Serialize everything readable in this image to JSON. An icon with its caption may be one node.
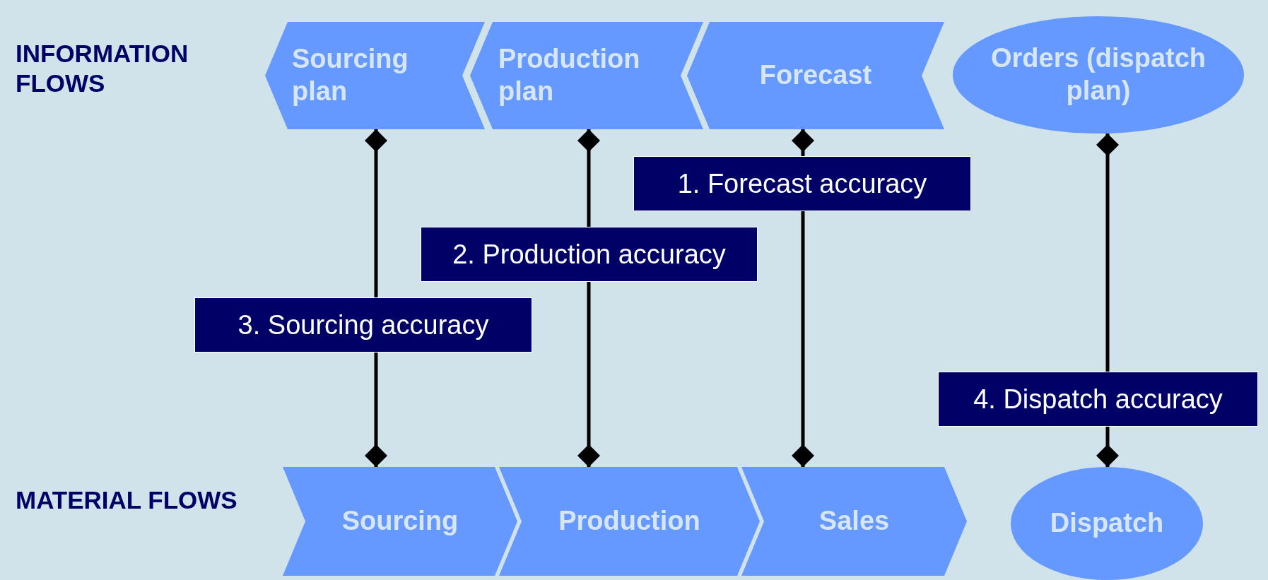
{
  "diagram": {
    "nodes": [
      {
        "text": [
          "Sourcing plan"
        ]
      },
      {
        "text": [
          "Production plan"
        ]
      },
      {
        "text": [
          "Forecast"
        ]
      },
      {
        "text": [
          "Orders (dispatch plan)"
        ]
      },
      {
        "text": [
          "Sourcing"
        ]
      },
      {
        "text": [
          "Production"
        ]
      },
      {
        "text": [
          "Sales"
        ]
      },
      {
        "text": [
          "Dispatch"
        ]
      }
    ],
    "edges": [
      {
        "from": 2,
        "to": 6,
        "arrow": "other",
        "label": "1. Forecast accuracy"
      },
      {
        "from": 1,
        "to": 5,
        "arrow": "other",
        "label": "2. Production accuracy"
      },
      {
        "from": 0,
        "to": 4,
        "arrow": "other",
        "label": "3. Sourcing accuracy"
      },
      {
        "from": 3,
        "to": 7,
        "arrow": "other",
        "label": "4. Dispatch accuracy"
      }
    ],
    "labels": [
      "INFORMATION FLOWS",
      "MATERIAL FLOWS"
    ]
  }
}
